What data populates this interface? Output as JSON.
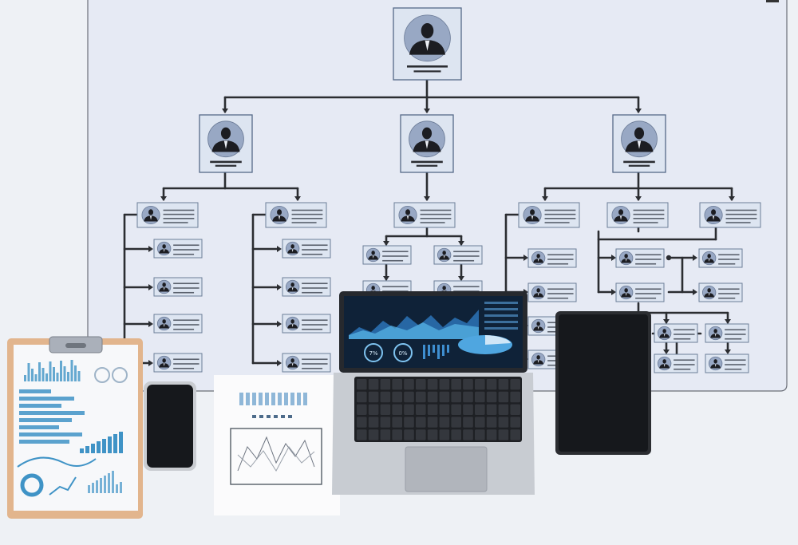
{
  "scene": {
    "background": "#eef1f5",
    "board_fill": "#e6eaf4",
    "board_stroke": "#6b6f78",
    "line_color": "#2b2d31",
    "card_fill": "#dde5f1",
    "card_stroke": "#6c7e98",
    "avatar_fill": "#98a8c4",
    "person_color": "#1c1d22",
    "accent_blue": "#3f93c6",
    "device_dark": "#16181c"
  },
  "org_chart": {
    "icon": "person-silhouette-icon",
    "levels": 5,
    "top_level_count": 1,
    "second_level_count": 3
  },
  "objects": {
    "laptop": "laptop-icon",
    "tablet": "tablet-icon",
    "phone": "smartphone-icon",
    "clipboard": "clipboard-icon",
    "paper": "paper-sheet-icon"
  },
  "laptop_gauges": [
    "7%",
    "0%"
  ]
}
